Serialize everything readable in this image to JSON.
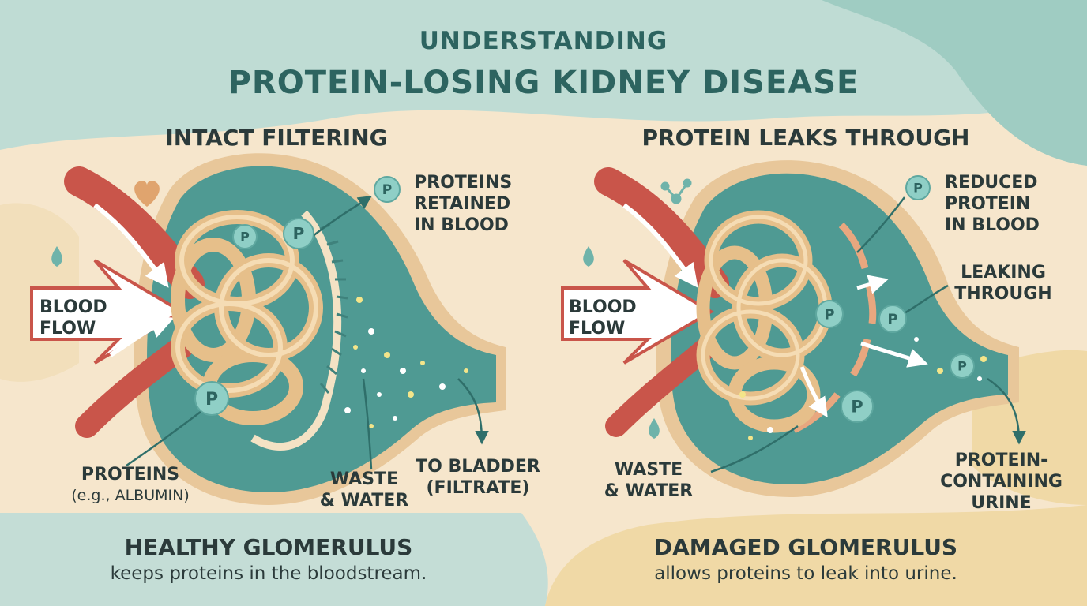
{
  "header": {
    "subtitle": "UNDERSTANDING",
    "title": "PROTEIN-LOSING KIDNEY DISEASE"
  },
  "protein_token": "P",
  "left_panel": {
    "heading": "INTACT FILTERING",
    "labels": {
      "proteins_retained_1": "PROTEINS",
      "proteins_retained_2": "RETAINED",
      "proteins_retained_3": "IN BLOOD",
      "blood_flow_1": "BLOOD",
      "blood_flow_2": "FLOW",
      "proteins": "PROTEINS",
      "proteins_example": "(e.g., ALBUMIN)",
      "waste_1": "WASTE",
      "waste_2": "& WATER",
      "bladder_1": "TO BLADDER",
      "bladder_2": "(FILTRATE)"
    },
    "caption_title": "HEALTHY GLOMERULUS",
    "caption_desc": "keeps proteins in the bloodstream."
  },
  "right_panel": {
    "heading": "PROTEIN LEAKS THROUGH",
    "labels": {
      "reduced_1": "REDUCED",
      "reduced_2": "PROTEIN",
      "reduced_3": "IN BLOOD",
      "leaking_1": "LEAKING",
      "leaking_2": "THROUGH",
      "blood_flow_1": "BLOOD",
      "blood_flow_2": "FLOW",
      "waste_1": "WASTE",
      "waste_2": "& WATER",
      "urine_1": "PROTEIN-",
      "urine_2": "CONTAINING",
      "urine_3": "URINE"
    },
    "caption_title": "DAMAGED GLOMERULUS",
    "caption_desc": "allows proteins to leak into urine."
  },
  "colors": {
    "teal_bg": "#bfdcd4",
    "cream": "#f6e6cc",
    "capsule": "#4f9a93",
    "tubule": "#e8c79a",
    "blood": "#c9554a",
    "protein": "#8fcfc6",
    "text": "#2b3a3a",
    "title": "#2d6460"
  }
}
